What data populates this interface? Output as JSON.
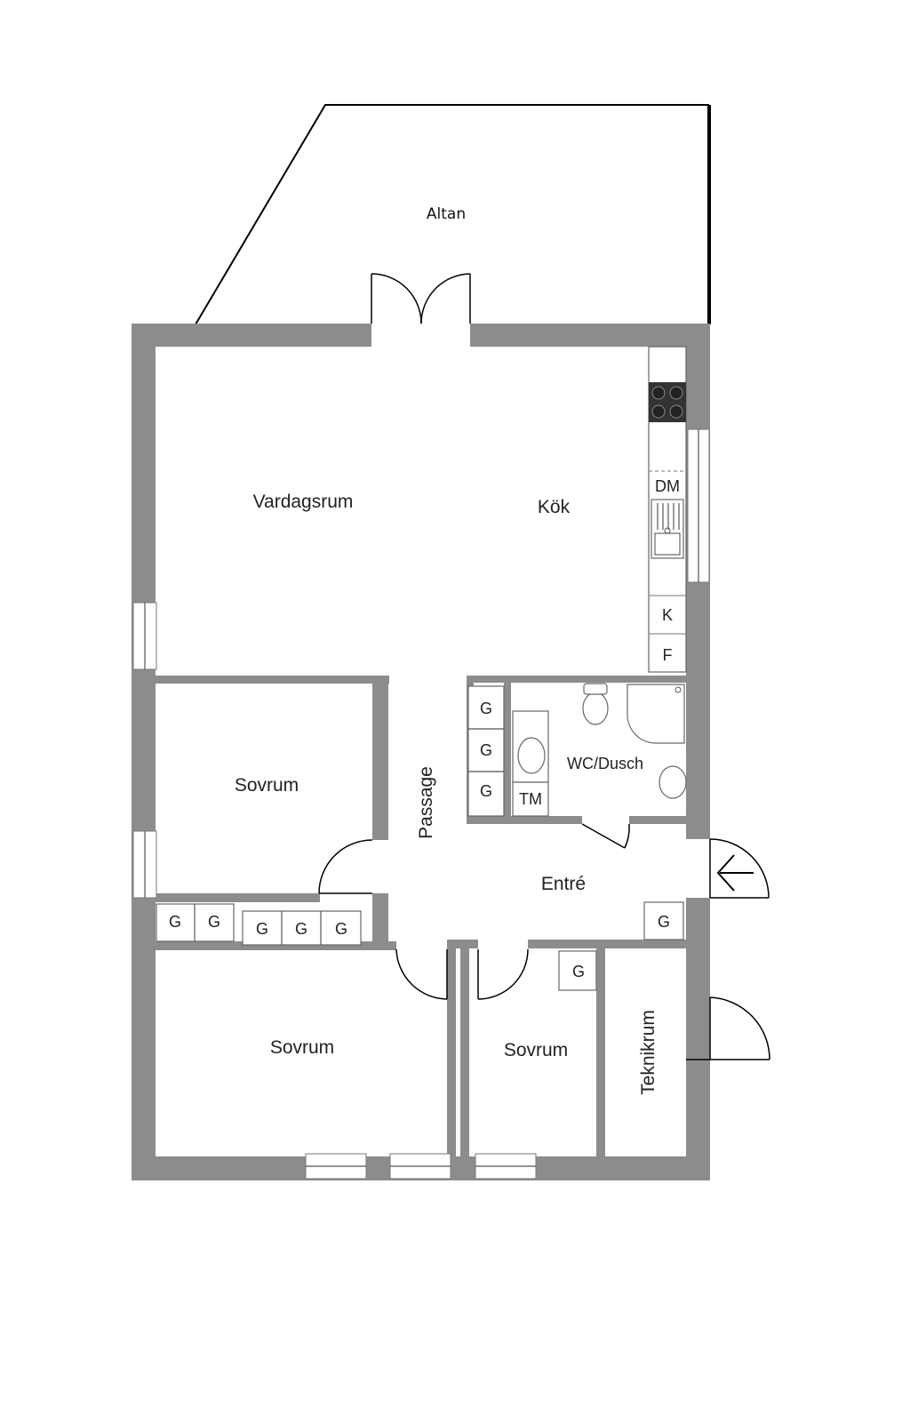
{
  "rooms": {
    "altan": "Altan",
    "vardagsrum": "Vardagsrum",
    "kok": "Kök",
    "sovrum_upper": "Sovrum",
    "passage": "Passage",
    "wc": "WC/Dusch",
    "entre": "Entré",
    "sovrum_lower_left": "Sovrum",
    "sovrum_lower_right": "Sovrum",
    "teknikrum": "Teknikrum"
  },
  "fixtures": {
    "dishwasher": "DM",
    "fridge": "K",
    "freezer": "F",
    "dryer": "TM",
    "wardrobe": "G"
  },
  "colors": {
    "wall": "#8c8c8c",
    "background": "#ffffff",
    "lines": "#000000"
  }
}
